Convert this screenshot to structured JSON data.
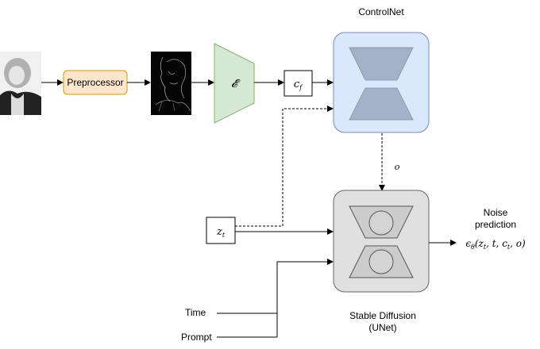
{
  "nodes": {
    "input_image": {
      "kind": "photo"
    },
    "preprocessor": {
      "label": "Preprocessor"
    },
    "edge_map": {
      "kind": "edge-image"
    },
    "encoder": {
      "label": "𝓔"
    },
    "cf": {
      "label": "c",
      "sub": "f"
    },
    "controlnet": {
      "title": "ControlNet"
    },
    "zt": {
      "label": "z",
      "sub": "t"
    },
    "unet": {
      "title_line1": "Stable Diffusion",
      "title_line2": "(UNet)"
    },
    "time": {
      "label": "Time"
    },
    "prompt": {
      "label": "Prompt"
    },
    "output": {
      "title_line1": "Noise",
      "title_line2": "prediction",
      "formula": "ϵθ(zt, t, ct, o)"
    }
  },
  "edges": {
    "o_label": "o"
  },
  "colors": {
    "preprocessor_fill": "#ffe6cc",
    "preprocessor_stroke": "#d79b00",
    "encoder_fill": "#d5e8d4",
    "encoder_stroke": "#82b366",
    "controlnet_fill": "#dae8fc",
    "controlnet_stroke": "#6c8ebf",
    "controlnet_trap": "#a3b2c6",
    "unet_fill": "#e0e0e0",
    "unet_stroke": "#666666",
    "unet_trap": "#cccccc"
  }
}
